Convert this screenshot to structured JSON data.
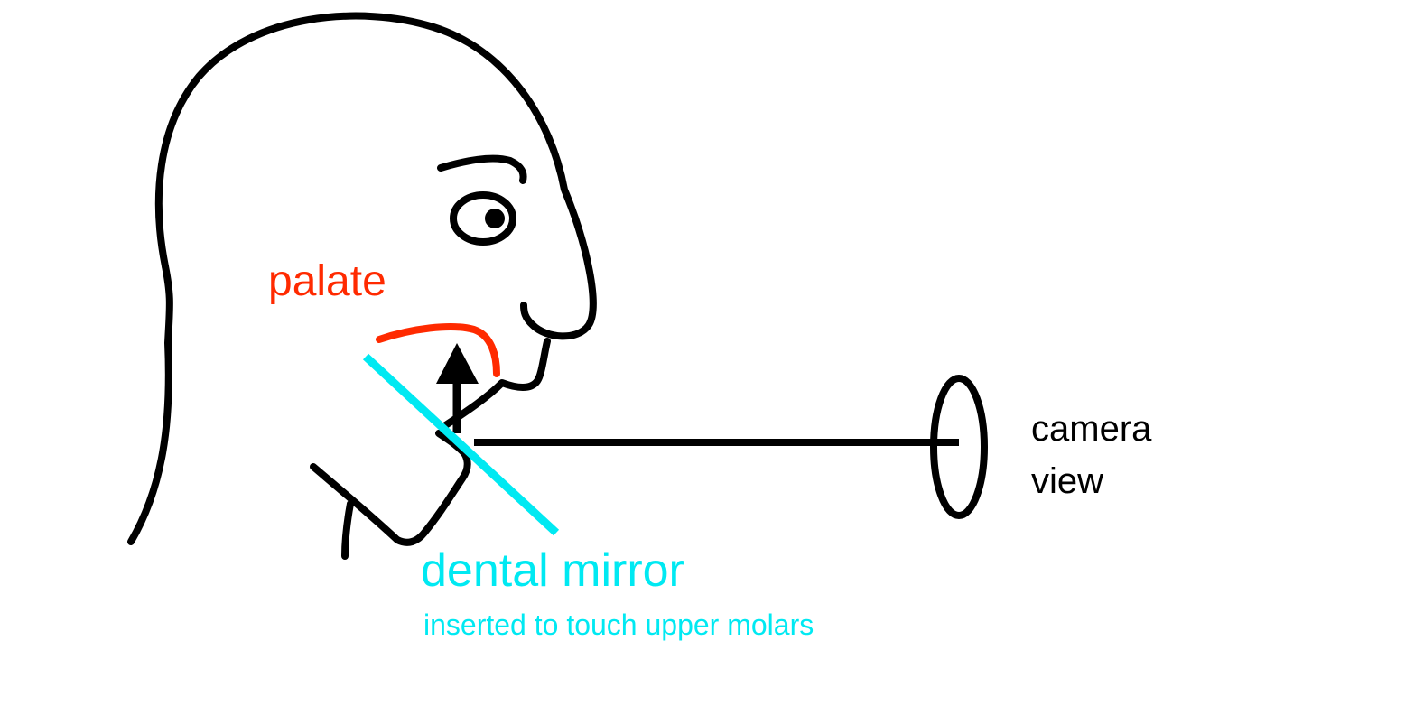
{
  "colors": {
    "outline": "#000000",
    "palate": "#ff2a00",
    "mirror": "#00e9f2",
    "background": "#ffffff"
  },
  "labels": {
    "palate": "palate",
    "camera_line1": "camera",
    "camera_line2": "view",
    "mirror": "dental mirror",
    "mirror_note": "inserted to touch upper molars"
  },
  "icons": {
    "head": "head-profile-icon",
    "camera": "camera-lens-icon",
    "arrow": "up-arrow-icon"
  }
}
